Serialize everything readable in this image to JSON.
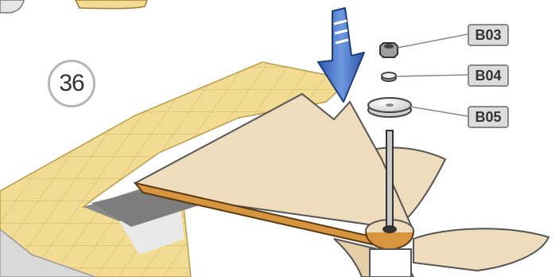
{
  "step": {
    "number": "36"
  },
  "parts": [
    {
      "id": "B03"
    },
    {
      "id": "B04"
    },
    {
      "id": "B05"
    }
  ],
  "colors": {
    "tile": "#f2dc94",
    "tile_grout": "#d7bf6c",
    "board": "#efdcbd",
    "board_edge": "#d7953f",
    "arrow": "#3f6bc0",
    "label_bg": "#dcdcdc",
    "label_border": "#888888"
  },
  "icons": {
    "arrow": "down-arrow-icon"
  }
}
